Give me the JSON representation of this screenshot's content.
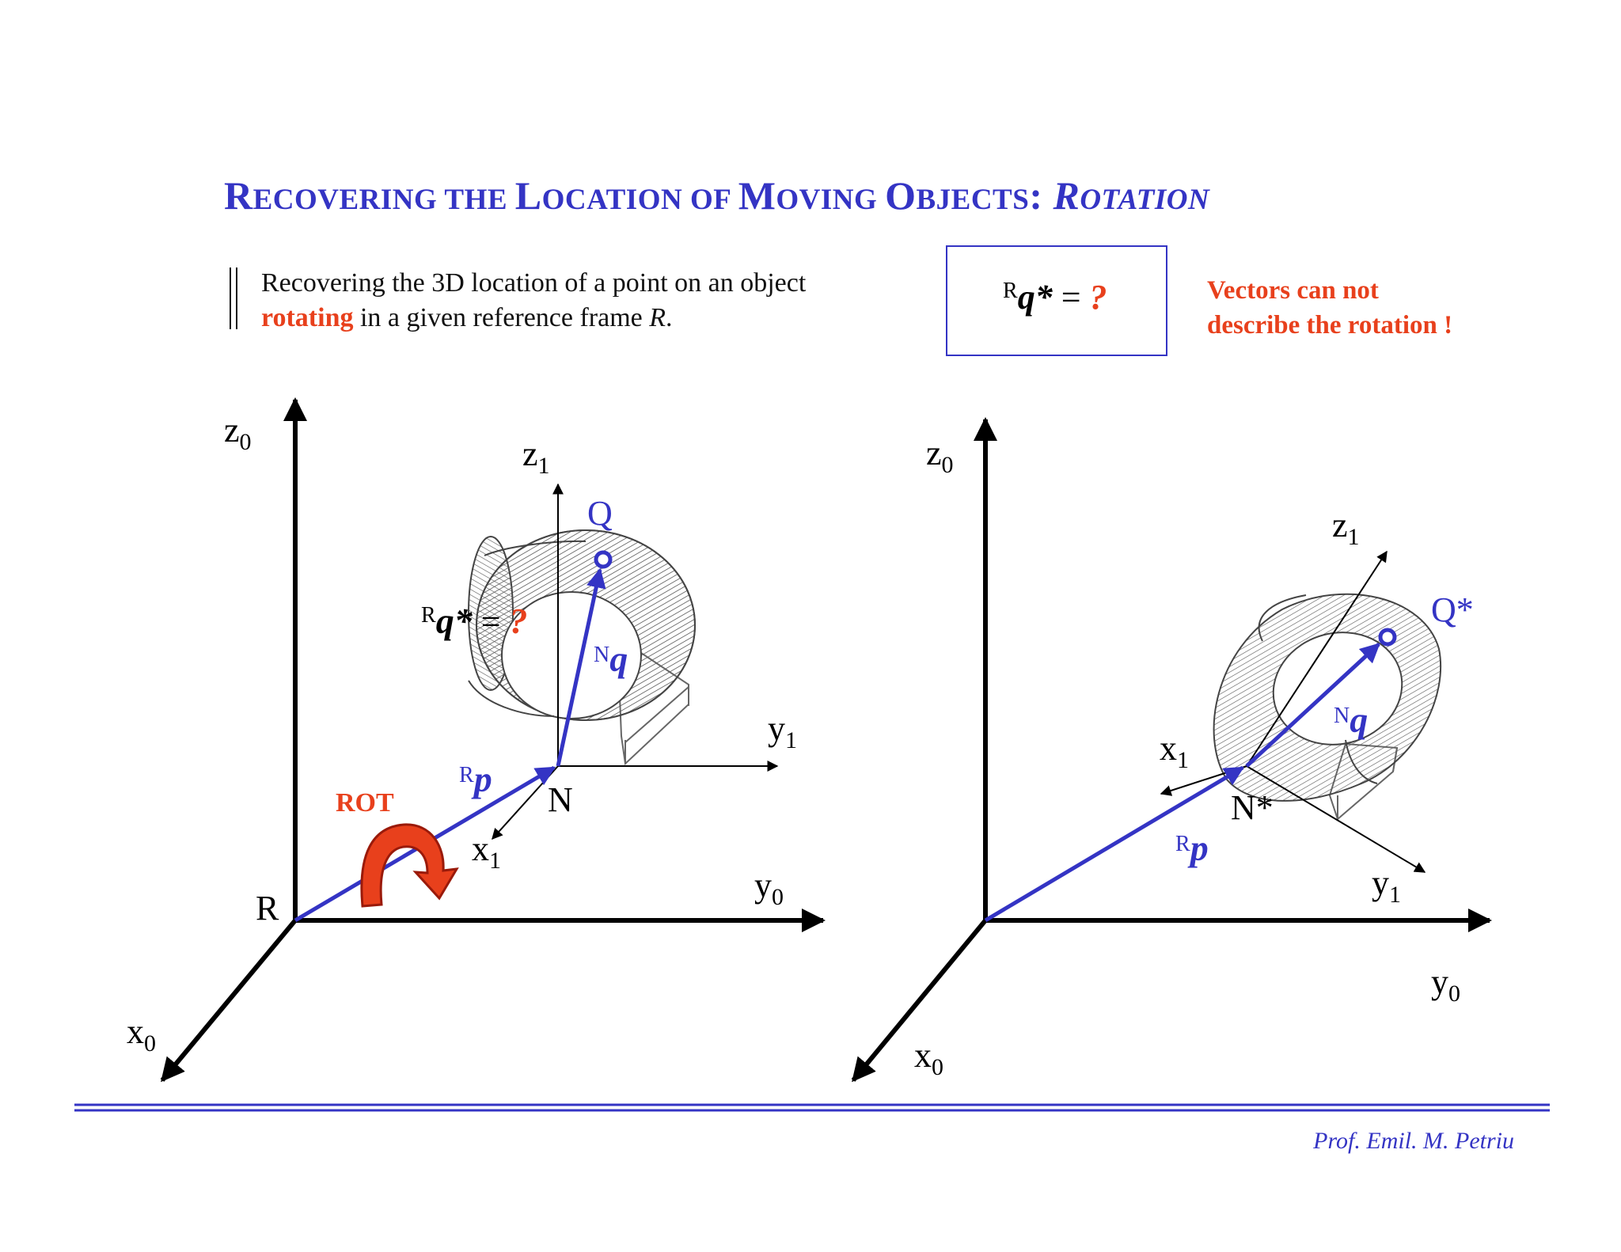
{
  "title": {
    "parts": [
      {
        "text": "R",
        "cls": "big"
      },
      {
        "text": "ECOVERING THE ",
        "cls": "sm"
      },
      {
        "text": "L",
        "cls": "big"
      },
      {
        "text": "OCATION OF ",
        "cls": "sm"
      },
      {
        "text": "M",
        "cls": "big"
      },
      {
        "text": "OVING ",
        "cls": "sm"
      },
      {
        "text": "O",
        "cls": "big"
      },
      {
        "text": "BJECTS",
        "cls": "sm"
      },
      {
        "text": ": ",
        "cls": "big"
      },
      {
        "text": "R",
        "cls": "big it"
      },
      {
        "text": "OTATION",
        "cls": "sm it"
      }
    ]
  },
  "bullet": {
    "line1": "Recovering the 3D location of a point on an object",
    "line2_highlight": "rotating",
    "line2_rest": " in a given reference frame ",
    "line2_frame": "R",
    "line2_end": "."
  },
  "equation": {
    "sup": "R",
    "var": "q*",
    "eq": " = ",
    "unknown": "?"
  },
  "note": {
    "line1": "Vectors can not",
    "line2": "describe the rotation !"
  },
  "footer": "Prof. Emil. M. Petriu",
  "colors": {
    "blue": "#3434c4",
    "red": "#e8401c",
    "black": "#000000"
  },
  "left_diagram": {
    "z0": "z",
    "z0_sub": "0",
    "x0": "x",
    "x0_sub": "0",
    "y0": "y",
    "y0_sub": "0",
    "origin": "R",
    "z1": "z",
    "z1_sub": "1",
    "x1": "x",
    "x1_sub": "1",
    "y1": "y",
    "y1_sub": "1",
    "point": "Q",
    "frame_origin": "N",
    "vec_p_sup": "R",
    "vec_p": "p",
    "vec_q_sup": "N",
    "vec_q": "q",
    "query_sup": "R",
    "query_var": "q*",
    "query_eq": " = ",
    "query_unknown": "?",
    "rot_label": "ROT"
  },
  "right_diagram": {
    "z0": "z",
    "z0_sub": "0",
    "x0": "x",
    "x0_sub": "0",
    "y0": "y",
    "y0_sub": "0",
    "z1": "z",
    "z1_sub": "1",
    "x1": "x",
    "x1_sub": "1",
    "y1": "y",
    "y1_sub": "1",
    "point": "Q*",
    "frame_origin": "N*",
    "vec_p_sup": "R",
    "vec_p": "p",
    "vec_q_sup": "N",
    "vec_q": "q"
  }
}
